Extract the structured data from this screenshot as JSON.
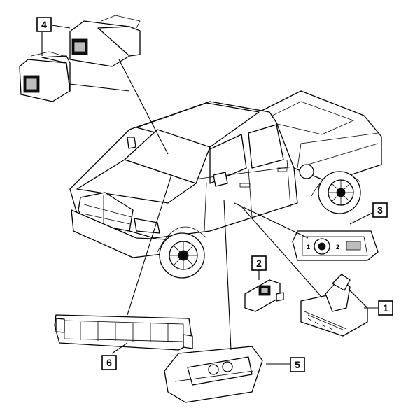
{
  "callouts": [
    {
      "id": "1",
      "label": "1"
    },
    {
      "id": "2",
      "label": "2"
    },
    {
      "id": "3",
      "label": "3"
    },
    {
      "id": "4",
      "label": "4"
    },
    {
      "id": "5",
      "label": "5"
    },
    {
      "id": "6",
      "label": "6"
    }
  ],
  "switch_labels": {
    "left": "1",
    "right": "2"
  },
  "icons": [
    "pickup-truck",
    "seat-switch",
    "heated-seat-switch",
    "rotary-knob-switch",
    "transfer-case-selector",
    "switch-bank"
  ]
}
